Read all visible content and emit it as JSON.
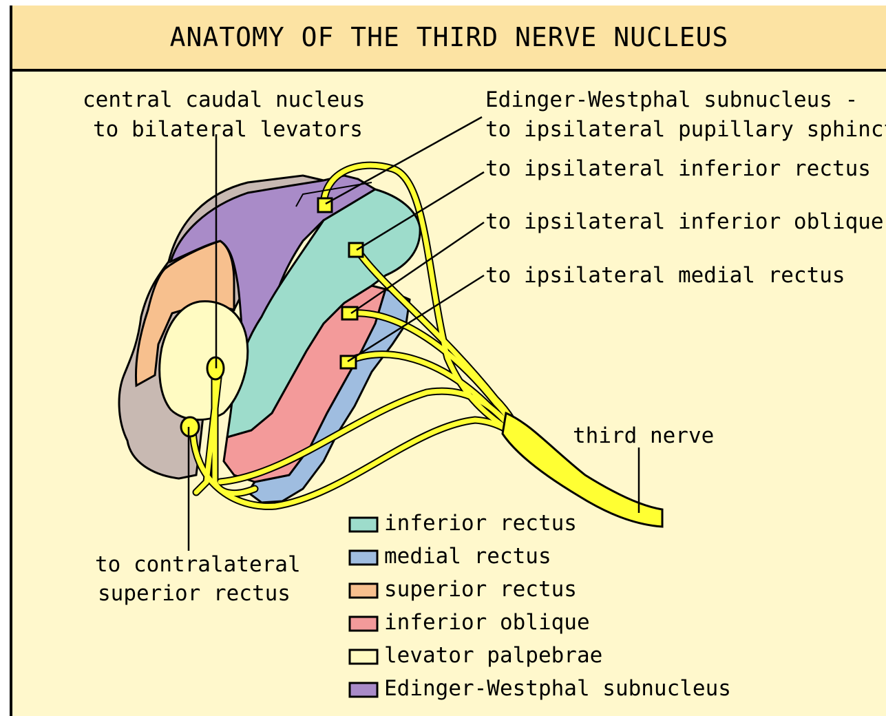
{
  "title": "ANATOMY OF THE THIRD NERVE NUCLEUS",
  "labels": {
    "central_caudal_1": "central caudal nucleus",
    "central_caudal_2": "to bilateral levators",
    "edinger_1": "Edinger-Westphal subnucleus -",
    "edinger_2": "to ipsilateral pupillary sphincter",
    "inferior_rectus": "to ipsilateral inferior rectus",
    "inferior_oblique": "to ipsilateral inferior oblique",
    "medial_rectus": "to ipsilateral medial rectus",
    "third_nerve": "third nerve",
    "contralateral_1": "to contralateral",
    "contralateral_2": "superior rectus"
  },
  "legend": [
    {
      "label": "inferior rectus",
      "color": "#9ddccb"
    },
    {
      "label": "medial rectus",
      "color": "#9fbde0"
    },
    {
      "label": "superior rectus",
      "color": "#f7c08e"
    },
    {
      "label": "inferior oblique",
      "color": "#f39a9a"
    },
    {
      "label": "levator palpebrae",
      "color": "#fffbc2"
    },
    {
      "label": "Edinger-Westphal subnucleus",
      "color": "#a98bc8"
    }
  ],
  "colors": {
    "background": "#fff8cc",
    "header": "#fce3a3",
    "nerve": "#ffff33",
    "gray_region": "#c8b9b2"
  }
}
